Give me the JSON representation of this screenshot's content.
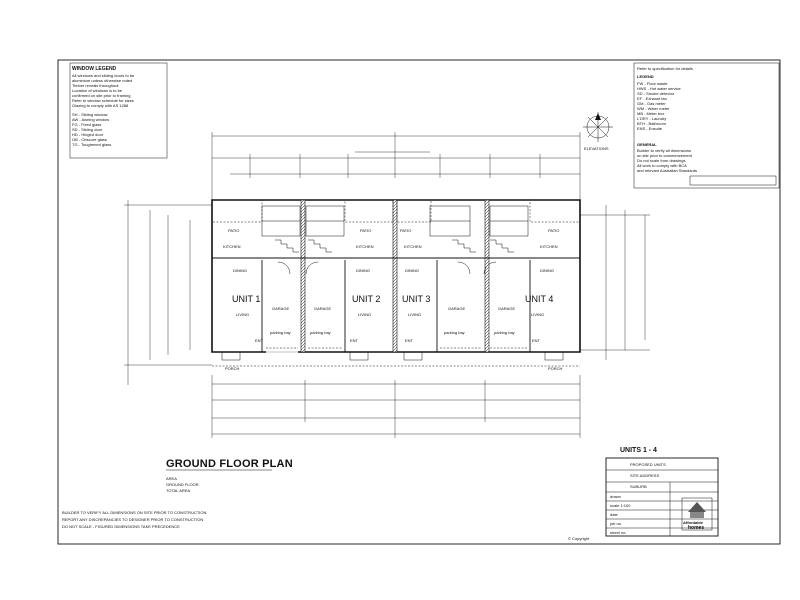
{
  "legend": {
    "title": "WINDOW LEGEND",
    "intro": [
      "All windows and sliding doors to be",
      "aluminium unless otherwise noted",
      "Timber reveals throughout",
      "Location of windows is to be",
      "confirmed on site prior to framing",
      "Refer to window schedule for sizes",
      "Glazing to comply with AS 1288"
    ],
    "keys": [
      "SH - Sliding window",
      "AW - Awning window",
      "FG - Fixed glass",
      "SD - Sliding door",
      "HD - Hinged door",
      "OB - Obscure glass",
      "TG - Toughened glass"
    ]
  },
  "notes_panel": {
    "heading": "Refer to specification for details",
    "sub": "LEGEND",
    "items": [
      "FW - Floor waste",
      "HWS - Hot water service",
      "SD - Smoke detector",
      "EF - Exhaust fan",
      "GM - Gas meter",
      "WM - Water meter",
      "MB - Meter box",
      "L'DRY - Laundry",
      "BTH - Bathroom",
      "ENS - Ensuite"
    ],
    "general_head": "GENERAL",
    "general": [
      "Builder to verify all dimensions",
      "on site prior to commencement",
      "Do not scale from drawings",
      "All work to comply with BCA",
      "and relevant Australian Standards"
    ]
  },
  "compass": {
    "label": "ELEVATIONS"
  },
  "units": [
    {
      "name": "UNIT 1",
      "living": "LIVING",
      "garage": "GARAGE",
      "dining": "DINING"
    },
    {
      "name": "UNIT 2",
      "living": "LIVING",
      "garage": "GARAGE",
      "dining": "DINING"
    },
    {
      "name": "UNIT 3",
      "living": "LIVING",
      "garage": "GARAGE",
      "dining": "DINING"
    },
    {
      "name": "UNIT 4",
      "living": "LIVING",
      "garage": "GARAGE",
      "dining": "DINING"
    }
  ],
  "rooms": {
    "patio": "PATIO",
    "kitchen": "KITCHEN",
    "entry": "ENT",
    "parking": "parking bay",
    "porch": "PORCH"
  },
  "plan_title": "GROUND FLOOR PLAN",
  "plan_sub": [
    "AREA",
    "GROUND FLOOR",
    "TOTAL AREA"
  ],
  "disclaimer": [
    "BUILDER TO VERIFY ALL DIMENSIONS ON SITE PRIOR TO CONSTRUCTION",
    "REPORT ANY DISCREPANCIES TO DESIGNER PRIOR TO CONSTRUCTION",
    "DO NOT SCALE - FIGURED DIMENSIONS TAKE PRECEDENCE"
  ],
  "title_block": {
    "heading": "UNITS 1 - 4",
    "rows": [
      "PROPOSED UNITS",
      "SITE ADDRESS",
      "SUBURB",
      "drawn",
      "scale 1:100",
      "date",
      "job no.",
      "sheet no."
    ],
    "copyright": "© Copyright",
    "brand_top": "Affordable",
    "brand_bottom": "homes"
  }
}
